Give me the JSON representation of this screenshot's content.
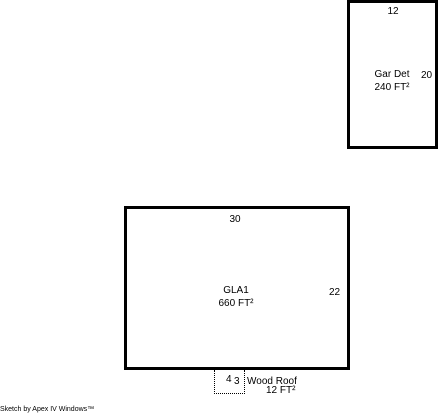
{
  "garage": {
    "top_dim": "12",
    "side_dim": "20",
    "name": "Gar Det",
    "area": "240 FT²"
  },
  "gla": {
    "top_dim": "30",
    "side_dim": "22",
    "name": "GLA1",
    "area": "660 FT²"
  },
  "porch": {
    "width_dim": "4",
    "depth_dim": "3",
    "name": "Wood Roof",
    "area": "12 FT²"
  },
  "footer": {
    "credit": "Sketch by Apex IV Windows™"
  }
}
